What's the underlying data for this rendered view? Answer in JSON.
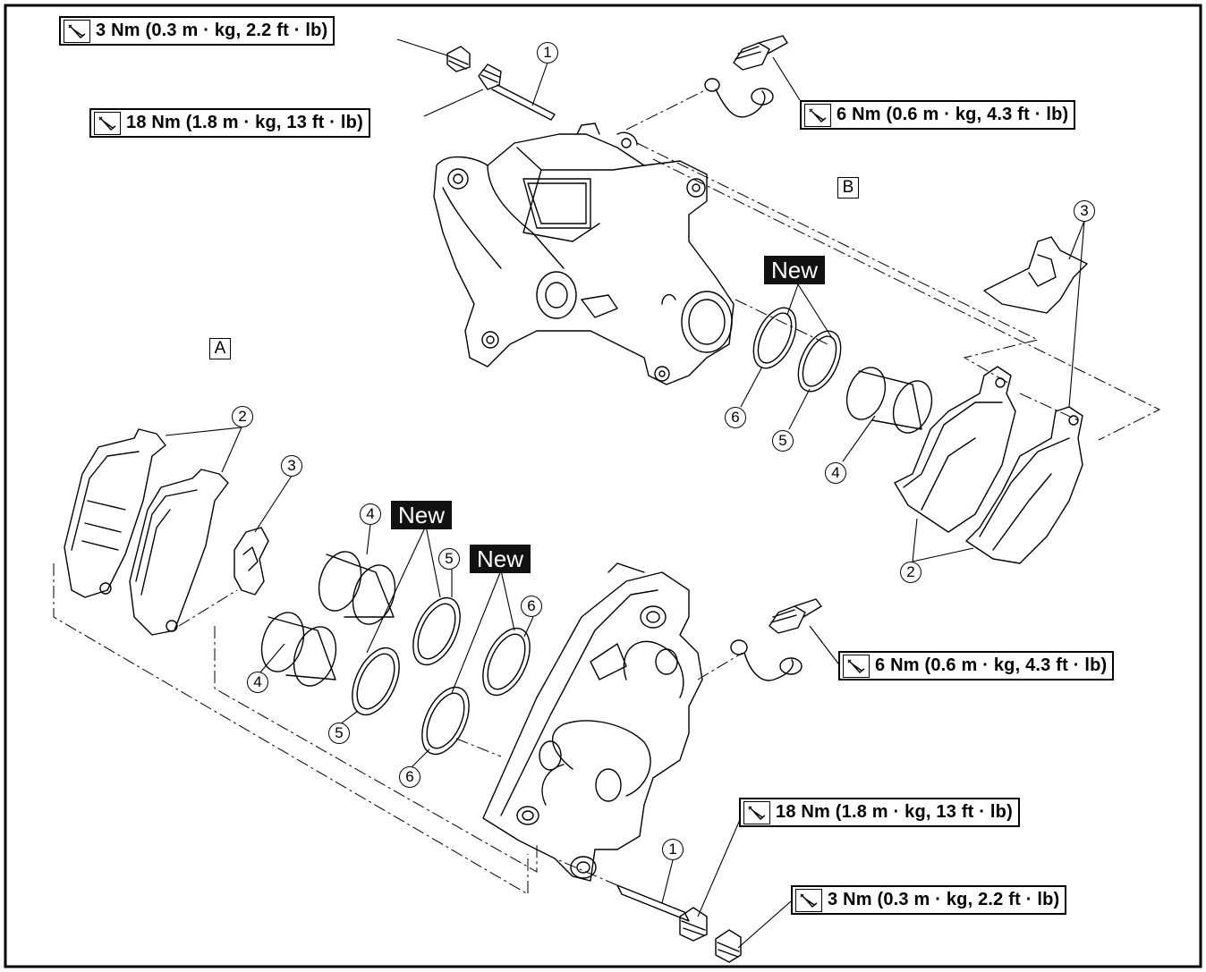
{
  "torque_specs": {
    "top_bleed_cap": "3 Nm (0.3 m · kg, 2.2 ft · lb)",
    "top_pin": "18 Nm (1.8 m · kg, 13 ft · lb)",
    "top_bleed_screw": "6 Nm (0.6 m · kg, 4.3 ft · lb)",
    "bottom_bleed_screw": "6 Nm (0.6 m · kg, 4.3 ft · lb)",
    "bottom_pin": "18 Nm (1.8 m · kg, 13 ft · lb)",
    "bottom_bleed_cap": "3 Nm (0.3 m · kg, 2.2 ft · lb)"
  },
  "badges": {
    "new_b": "New",
    "new_a1": "New",
    "new_a2": "New"
  },
  "view_labels": {
    "a": "A",
    "b": "B"
  },
  "callouts": {
    "b_1": "1",
    "b_3": "3",
    "b_6": "6",
    "b_5": "5",
    "b_4": "4",
    "b_2": "2",
    "a_2": "2",
    "a_3": "3",
    "a_4_top": "4",
    "a_4_bottom": "4",
    "a_5_top": "5",
    "a_5_bottom": "5",
    "a_6_top": "6",
    "a_6_bottom": "6",
    "a_1": "1"
  },
  "icons": {
    "torque": "torque-wrench-icon"
  }
}
